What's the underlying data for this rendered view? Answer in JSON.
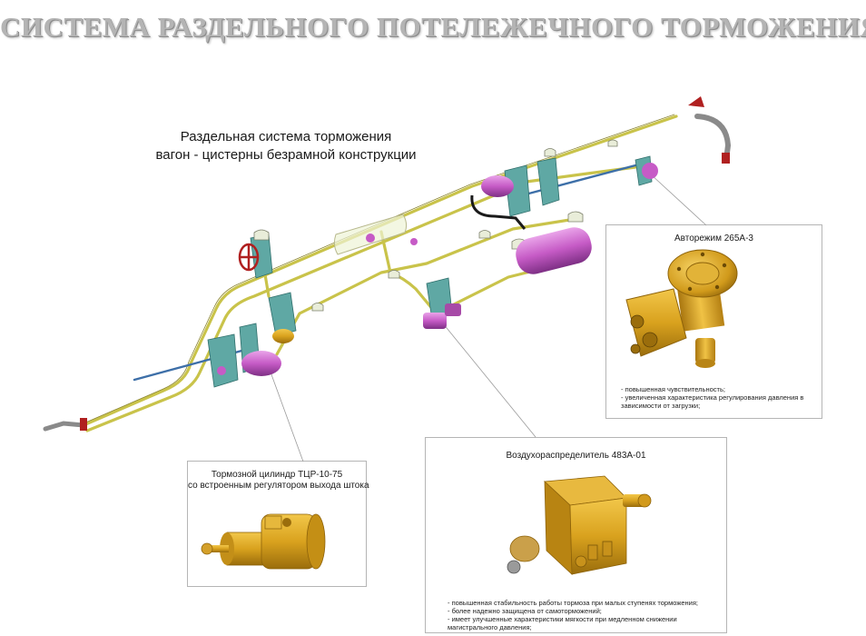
{
  "title": "СИСТЕМА РАЗДЕЛЬНОГО ПОТЕЛЕЖЕЧНОГО ТОРМОЖЕНИЯ",
  "subtitle": {
    "line1": "Раздельная система торможения",
    "line2": "вагон - цистерны безрамной конструкции"
  },
  "callouts": {
    "autoregime": {
      "title": "Авторежим 265А-3",
      "notes": [
        "- повышенная чувствительность;",
        "- увеличенная характеристика регулирования давления в зависимости от загрузки;"
      ]
    },
    "cylinder": {
      "title_line1": "Тормозной цилиндр ТЦР-10-75",
      "title_line2": "со встроенным регулятором выхода штока"
    },
    "distributor": {
      "title": "Воздухораспределитель 483А-01",
      "notes": [
        "- повышенная стабильность работы тормоза при малых ступенях торможения;",
        "- более надежно защищена от самоторможений;",
        "- имеет улучшенные характеристики мягкости при медленном снижении магистрального давления;"
      ]
    }
  },
  "colors": {
    "pipe": "#c9c34a",
    "bracket": "#5fa8a4",
    "reservoir": "#c65bc6",
    "brass": "#d9a21e",
    "handwheel": "#b02020",
    "hose": "#8a8a8a",
    "title_gray": "#b4b4b4"
  }
}
